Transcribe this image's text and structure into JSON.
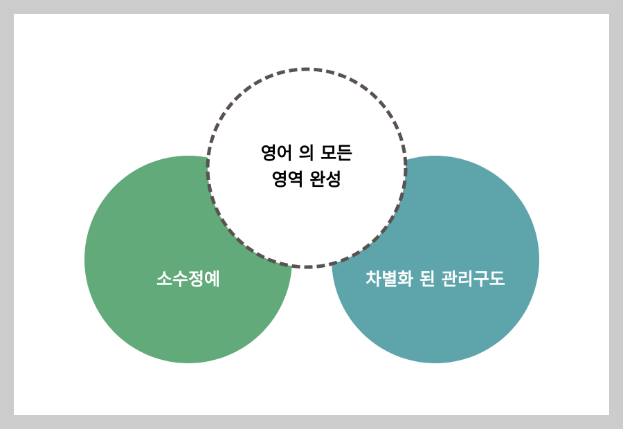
{
  "diagram": {
    "left_circle": {
      "label": "소수정예",
      "color": "#62aa7a"
    },
    "right_circle": {
      "label": "차별화 된 관리구도",
      "color": "#5ea5ab"
    },
    "center_circle": {
      "line1": "영어 의 모든",
      "line2": "영역 완성",
      "border_color": "#5a5250"
    }
  }
}
